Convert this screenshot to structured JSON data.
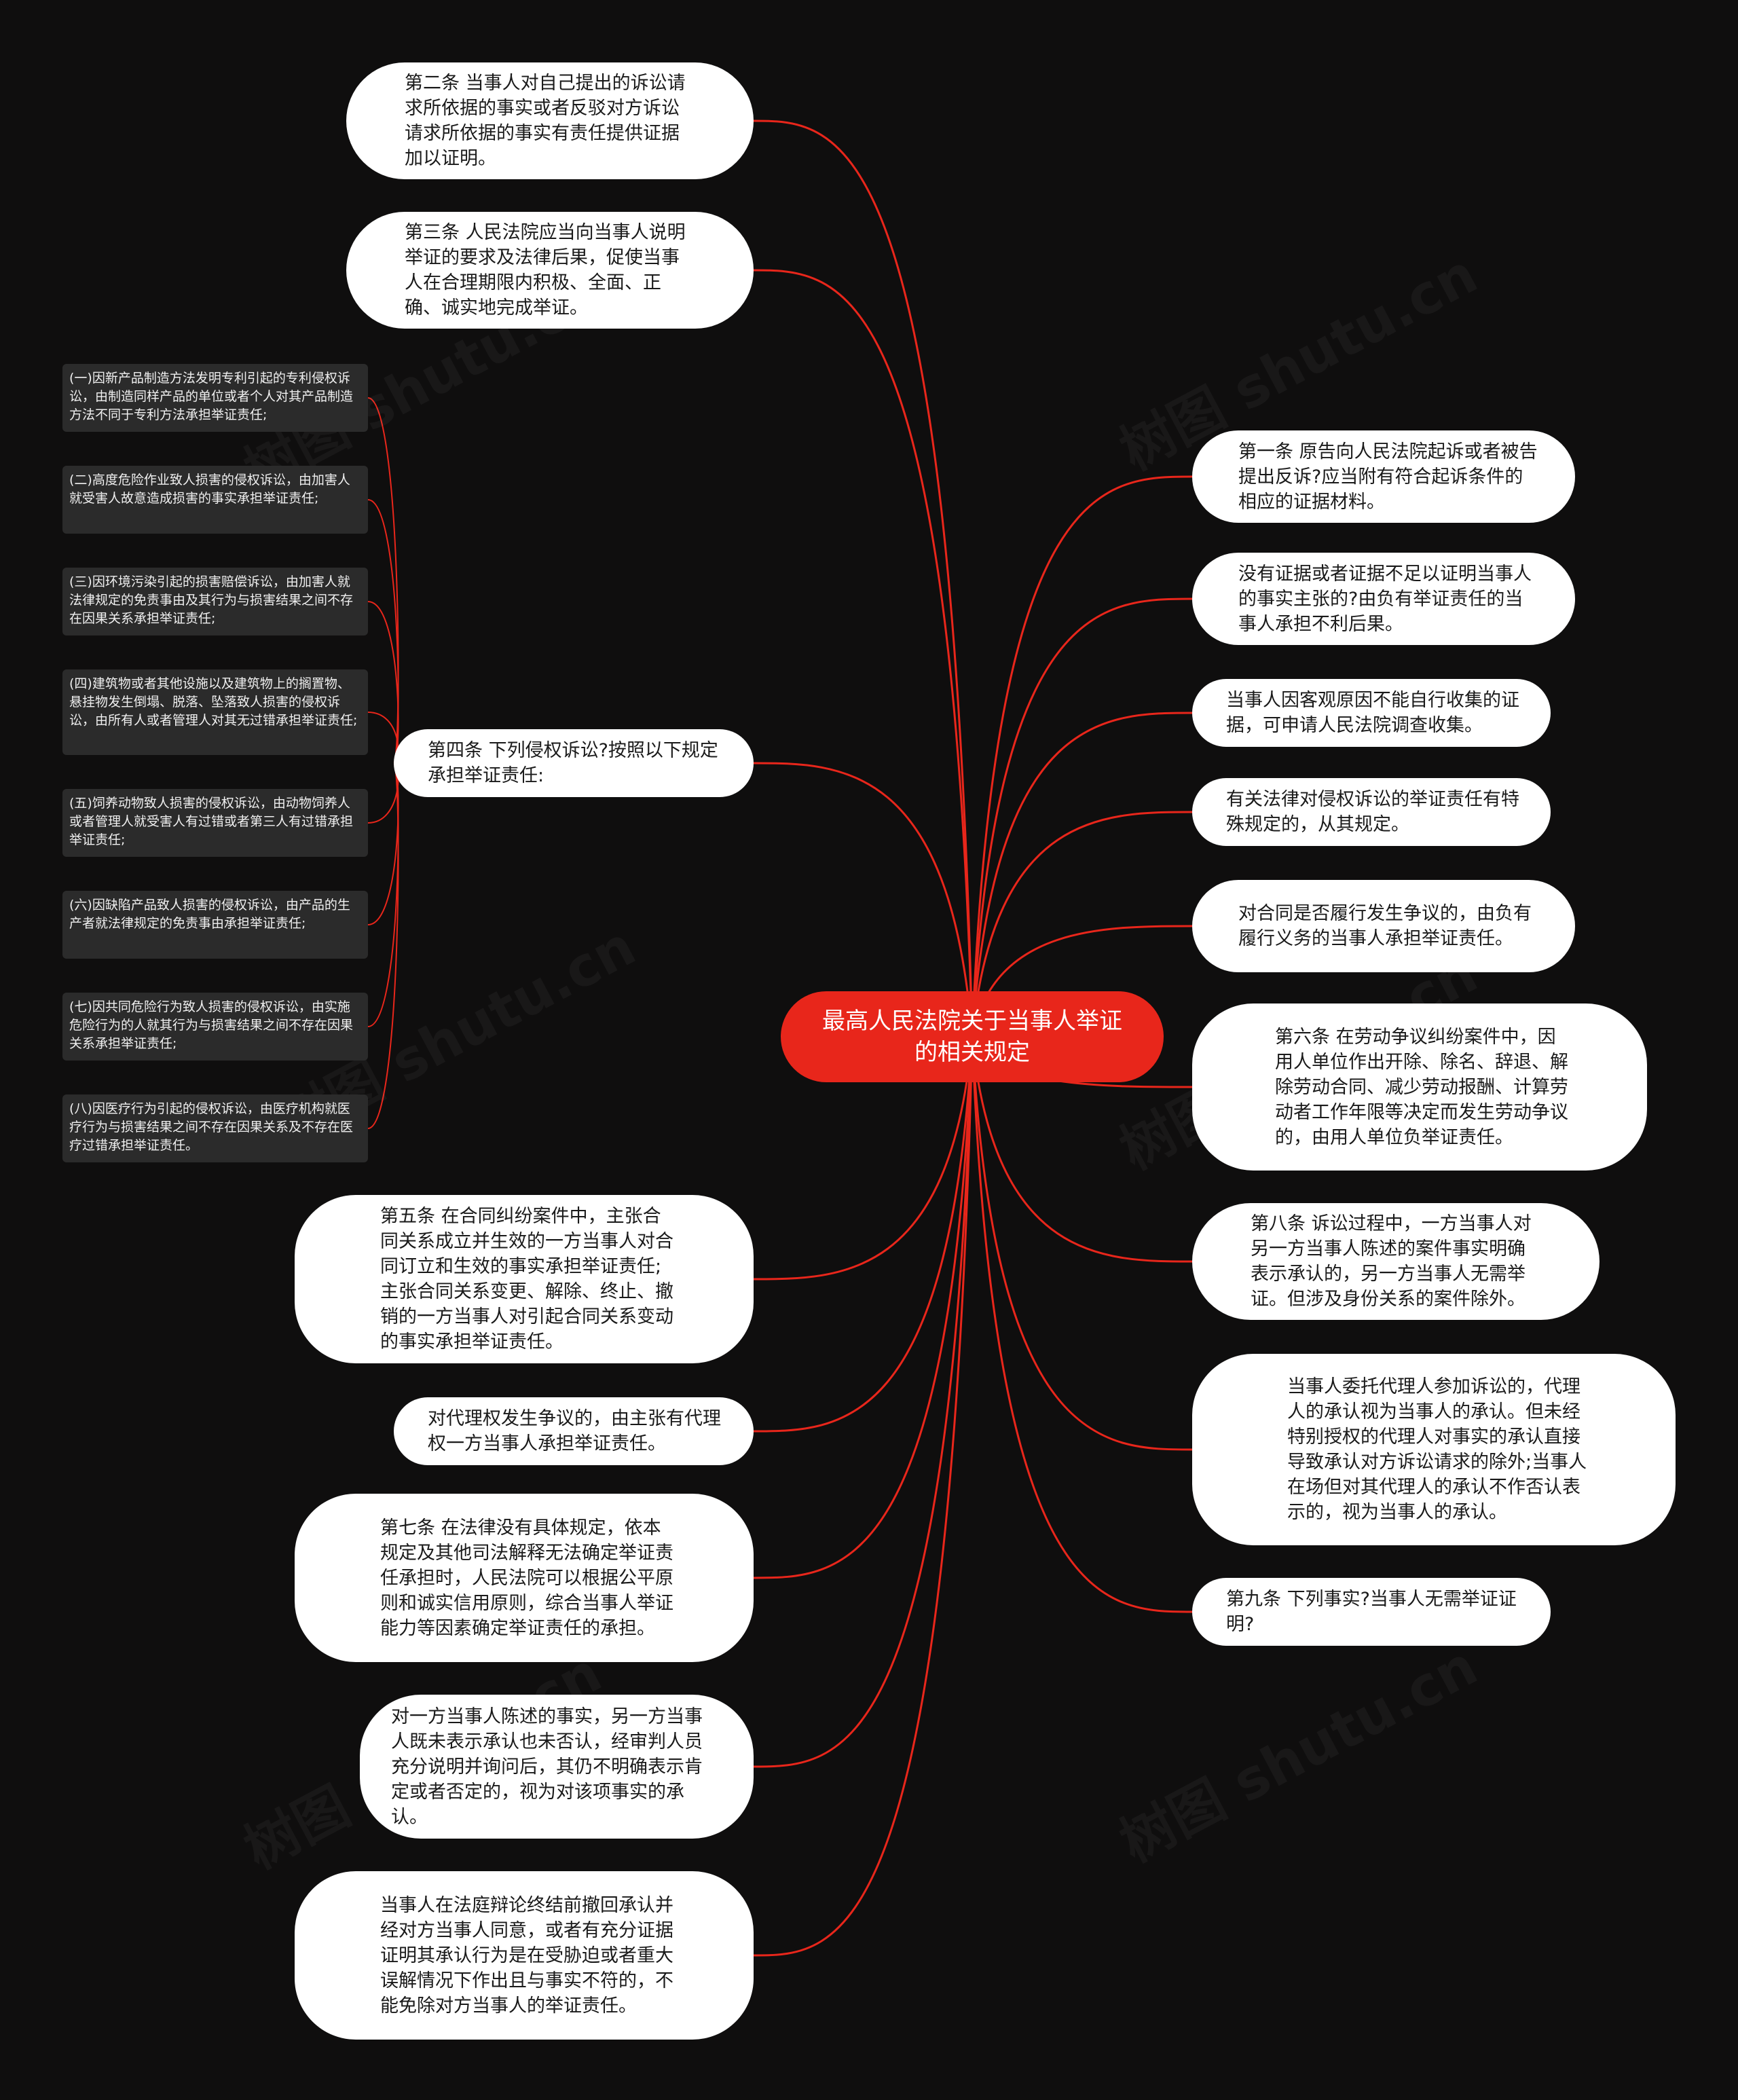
{
  "colors": {
    "background": "#0f0e0e",
    "root_fill": "#e8261b",
    "node_fill": "#ffffff",
    "leaf_fill": "#2b2b2b",
    "link": "#e8261b"
  },
  "watermark": "树图 shutu.cn",
  "root": "最高人民法院关于当事人举证的相关规定",
  "left": {
    "art2": "第二条 当事人对自己提出的诉讼请求所依据的事实或者反驳对方诉讼请求所依据的事实有责任提供证据加以证明。",
    "art3": "第三条 人民法院应当向当事人说明举证的要求及法律后果，促使当事人在合理期限内积极、全面、正确、诚实地完成举证。",
    "art4": "第四条 下列侵权诉讼?按照以下规定承担举证责任:",
    "art5": "第五条 在合同纠纷案件中，主张合同关系成立并生效的一方当事人对合同订立和生效的事实承担举证责任;主张合同关系变更、解除、终止、撤销的一方当事人对引起合同关系变动的事实承担举证责任。",
    "agency": "对代理权发生争议的，由主张有代理权一方当事人承担举证责任。",
    "art7": "第七条 在法律没有具体规定，依本规定及其他司法解释无法确定举证责任承担时，人民法院可以根据公平原则和诚实信用原则，综合当事人举证能力等因素确定举证责任的承担。",
    "silence": "对一方当事人陈述的事实，另一方当事人既未表示承认也未否认，经审判人员充分说明并询问后，其仍不明确表示肯定或者否定的，视为对该项事实的承认。",
    "withdraw": "当事人在法庭辩论终结前撤回承认并经对方当事人同意，或者有充分证据证明其承认行为是在受胁迫或者重大误解情况下作出且与事实不符的，不能免除对方当事人的举证责任。"
  },
  "art4_items": [
    "(一)因新产品制造方法发明专利引起的专利侵权诉讼，由制造同样产品的单位或者个人对其产品制造方法不同于专利方法承担举证责任;",
    "(二)高度危险作业致人损害的侵权诉讼，由加害人就受害人故意造成损害的事实承担举证责任;",
    "(三)因环境污染引起的损害赔偿诉讼，由加害人就法律规定的免责事由及其行为与损害结果之间不存在因果关系承担举证责任;",
    "(四)建筑物或者其他设施以及建筑物上的搁置物、悬挂物发生倒塌、脱落、坠落致人损害的侵权诉讼，由所有人或者管理人对其无过错承担举证责任;",
    "(五)饲养动物致人损害的侵权诉讼，由动物饲养人或者管理人就受害人有过错或者第三人有过错承担举证责任;",
    "(六)因缺陷产品致人损害的侵权诉讼，由产品的生产者就法律规定的免责事由承担举证责任;",
    "(七)因共同危险行为致人损害的侵权诉讼，由实施危险行为的人就其行为与损害结果之间不存在因果关系承担举证责任;",
    "(八)因医疗行为引起的侵权诉讼，由医疗机构就医疗行为与损害结果之间不存在因果关系及不存在医疗过错承担举证责任。"
  ],
  "right": {
    "art1": "第一条 原告向人民法院起诉或者被告提出反诉?应当附有符合起诉条件的相应的证据材料。",
    "no_evidence": "没有证据或者证据不足以证明当事人的事实主张的?由负有举证责任的当事人承担不利后果。",
    "court_collect": "当事人因客观原因不能自行收集的证据，可申请人民法院调查收集。",
    "special": "有关法律对侵权诉讼的举证责任有特殊规定的，从其规定。",
    "contract_perf": "对合同是否履行发生争议的，由负有履行义务的当事人承担举证责任。",
    "art6": "第六条 在劳动争议纠纷案件中，因用人单位作出开除、除名、辞退、解除劳动合同、减少劳动报酬、计算劳动者工作年限等决定而发生劳动争议的，由用人单位负举证责任。",
    "art8": "第八条 诉讼过程中，一方当事人对另一方当事人陈述的案件事实明确表示承认的，另一方当事人无需举证。但涉及身份关系的案件除外。",
    "agent": "当事人委托代理人参加诉讼的，代理人的承认视为当事人的承认。但未经特别授权的代理人对事实的承认直接导致承认对方诉讼请求的除外;当事人在场但对其代理人的承认不作否认表示的，视为当事人的承认。",
    "art9": "第九条 下列事实?当事人无需举证证明?"
  }
}
